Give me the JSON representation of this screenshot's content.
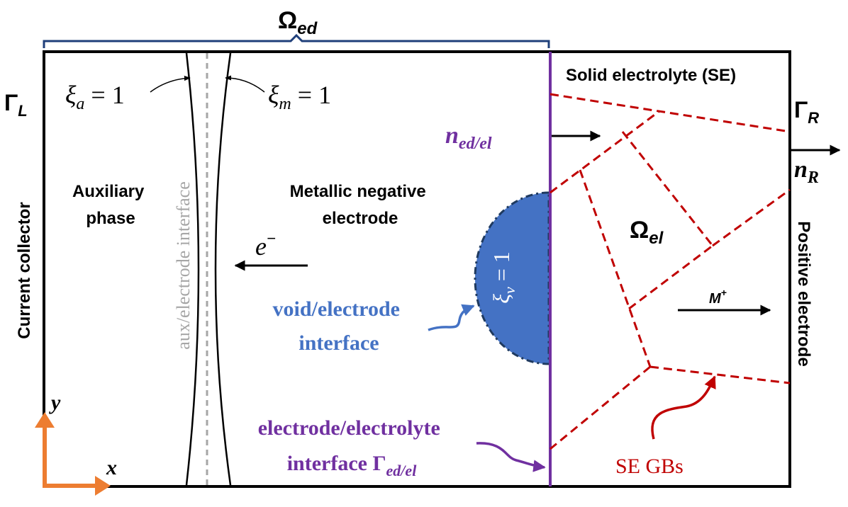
{
  "labels": {
    "omega_ed": "Ω",
    "omega_ed_sub": "ed",
    "gamma_l": "Γ",
    "gamma_l_sub": "L",
    "gamma_r": "Γ",
    "gamma_r_sub": "R",
    "xi_a": "ξ",
    "xi_a_sub": "a",
    "xi_a_eq": " = 1",
    "xi_m": "ξ",
    "xi_m_sub": "m",
    "xi_m_eq": " = 1",
    "xi_v": "ξ",
    "xi_v_sub": "v",
    "xi_v_eq": " = 1",
    "solid_electrolyte": "Solid electrolyte (SE)",
    "n_ed_el": "n",
    "n_ed_el_sub": "ed/el",
    "n_r": "n",
    "n_r_sub": "R",
    "current_collector": "Current collector",
    "auxiliary_line1": "Auxiliary",
    "auxiliary_line2": "phase",
    "aux_interface": "aux/electrode interface",
    "metallic_line1": "Metallic negative",
    "metallic_line2": "electrode",
    "electron": "e",
    "electron_sup": "−",
    "omega_el": "Ω",
    "omega_el_sub": "el",
    "positive_electrode": "Positive electrode",
    "m_plus": "M",
    "m_plus_sup": "+",
    "void_line1": "void/electrode",
    "void_line2": "interface",
    "edel_line1": "electrode/electrolyte",
    "edel_line2": "interface Γ",
    "edel_line2_sub": "ed/el",
    "se_gbs": "SE GBs",
    "axis_y": "y",
    "axis_x": "x"
  },
  "colors": {
    "purple": "#7030a0",
    "blue": "#4472c4",
    "red": "#c00000",
    "orange": "#ed7d31",
    "gray": "#a6a6a6",
    "navy": "#1f3f7a",
    "black": "#000000"
  }
}
